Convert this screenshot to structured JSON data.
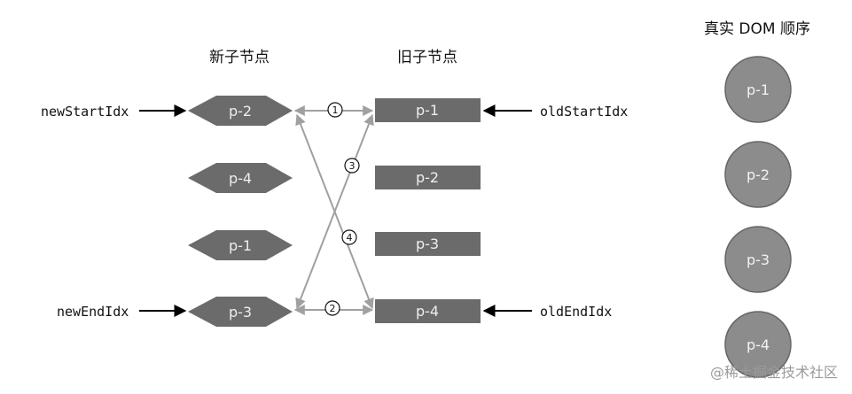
{
  "headers": {
    "new_children": "新子节点",
    "old_children": "旧子节点",
    "real_dom_order": "真实 DOM 顺序"
  },
  "new_nodes": [
    {
      "label": "p-2"
    },
    {
      "label": "p-4"
    },
    {
      "label": "p-1"
    },
    {
      "label": "p-3"
    }
  ],
  "old_nodes": [
    {
      "label": "p-1"
    },
    {
      "label": "p-2"
    },
    {
      "label": "p-3"
    },
    {
      "label": "p-4"
    }
  ],
  "real_dom": [
    {
      "label": "p-1"
    },
    {
      "label": "p-2"
    },
    {
      "label": "p-3"
    },
    {
      "label": "p-4"
    }
  ],
  "pointers": {
    "new_start": "newStartIdx",
    "new_end": "newEndIdx",
    "old_start": "oldStartIdx",
    "old_end": "oldEndIdx"
  },
  "steps": {
    "s1": "1",
    "s2": "2",
    "s3": "3",
    "s4": "4"
  },
  "watermark": "@稀土掘金技术社区",
  "colors": {
    "node_fill": "#6b6b6b",
    "circle_fill": "#8c8c8c",
    "connector": "#a0a0a0",
    "pointer_arrow": "#000000"
  }
}
